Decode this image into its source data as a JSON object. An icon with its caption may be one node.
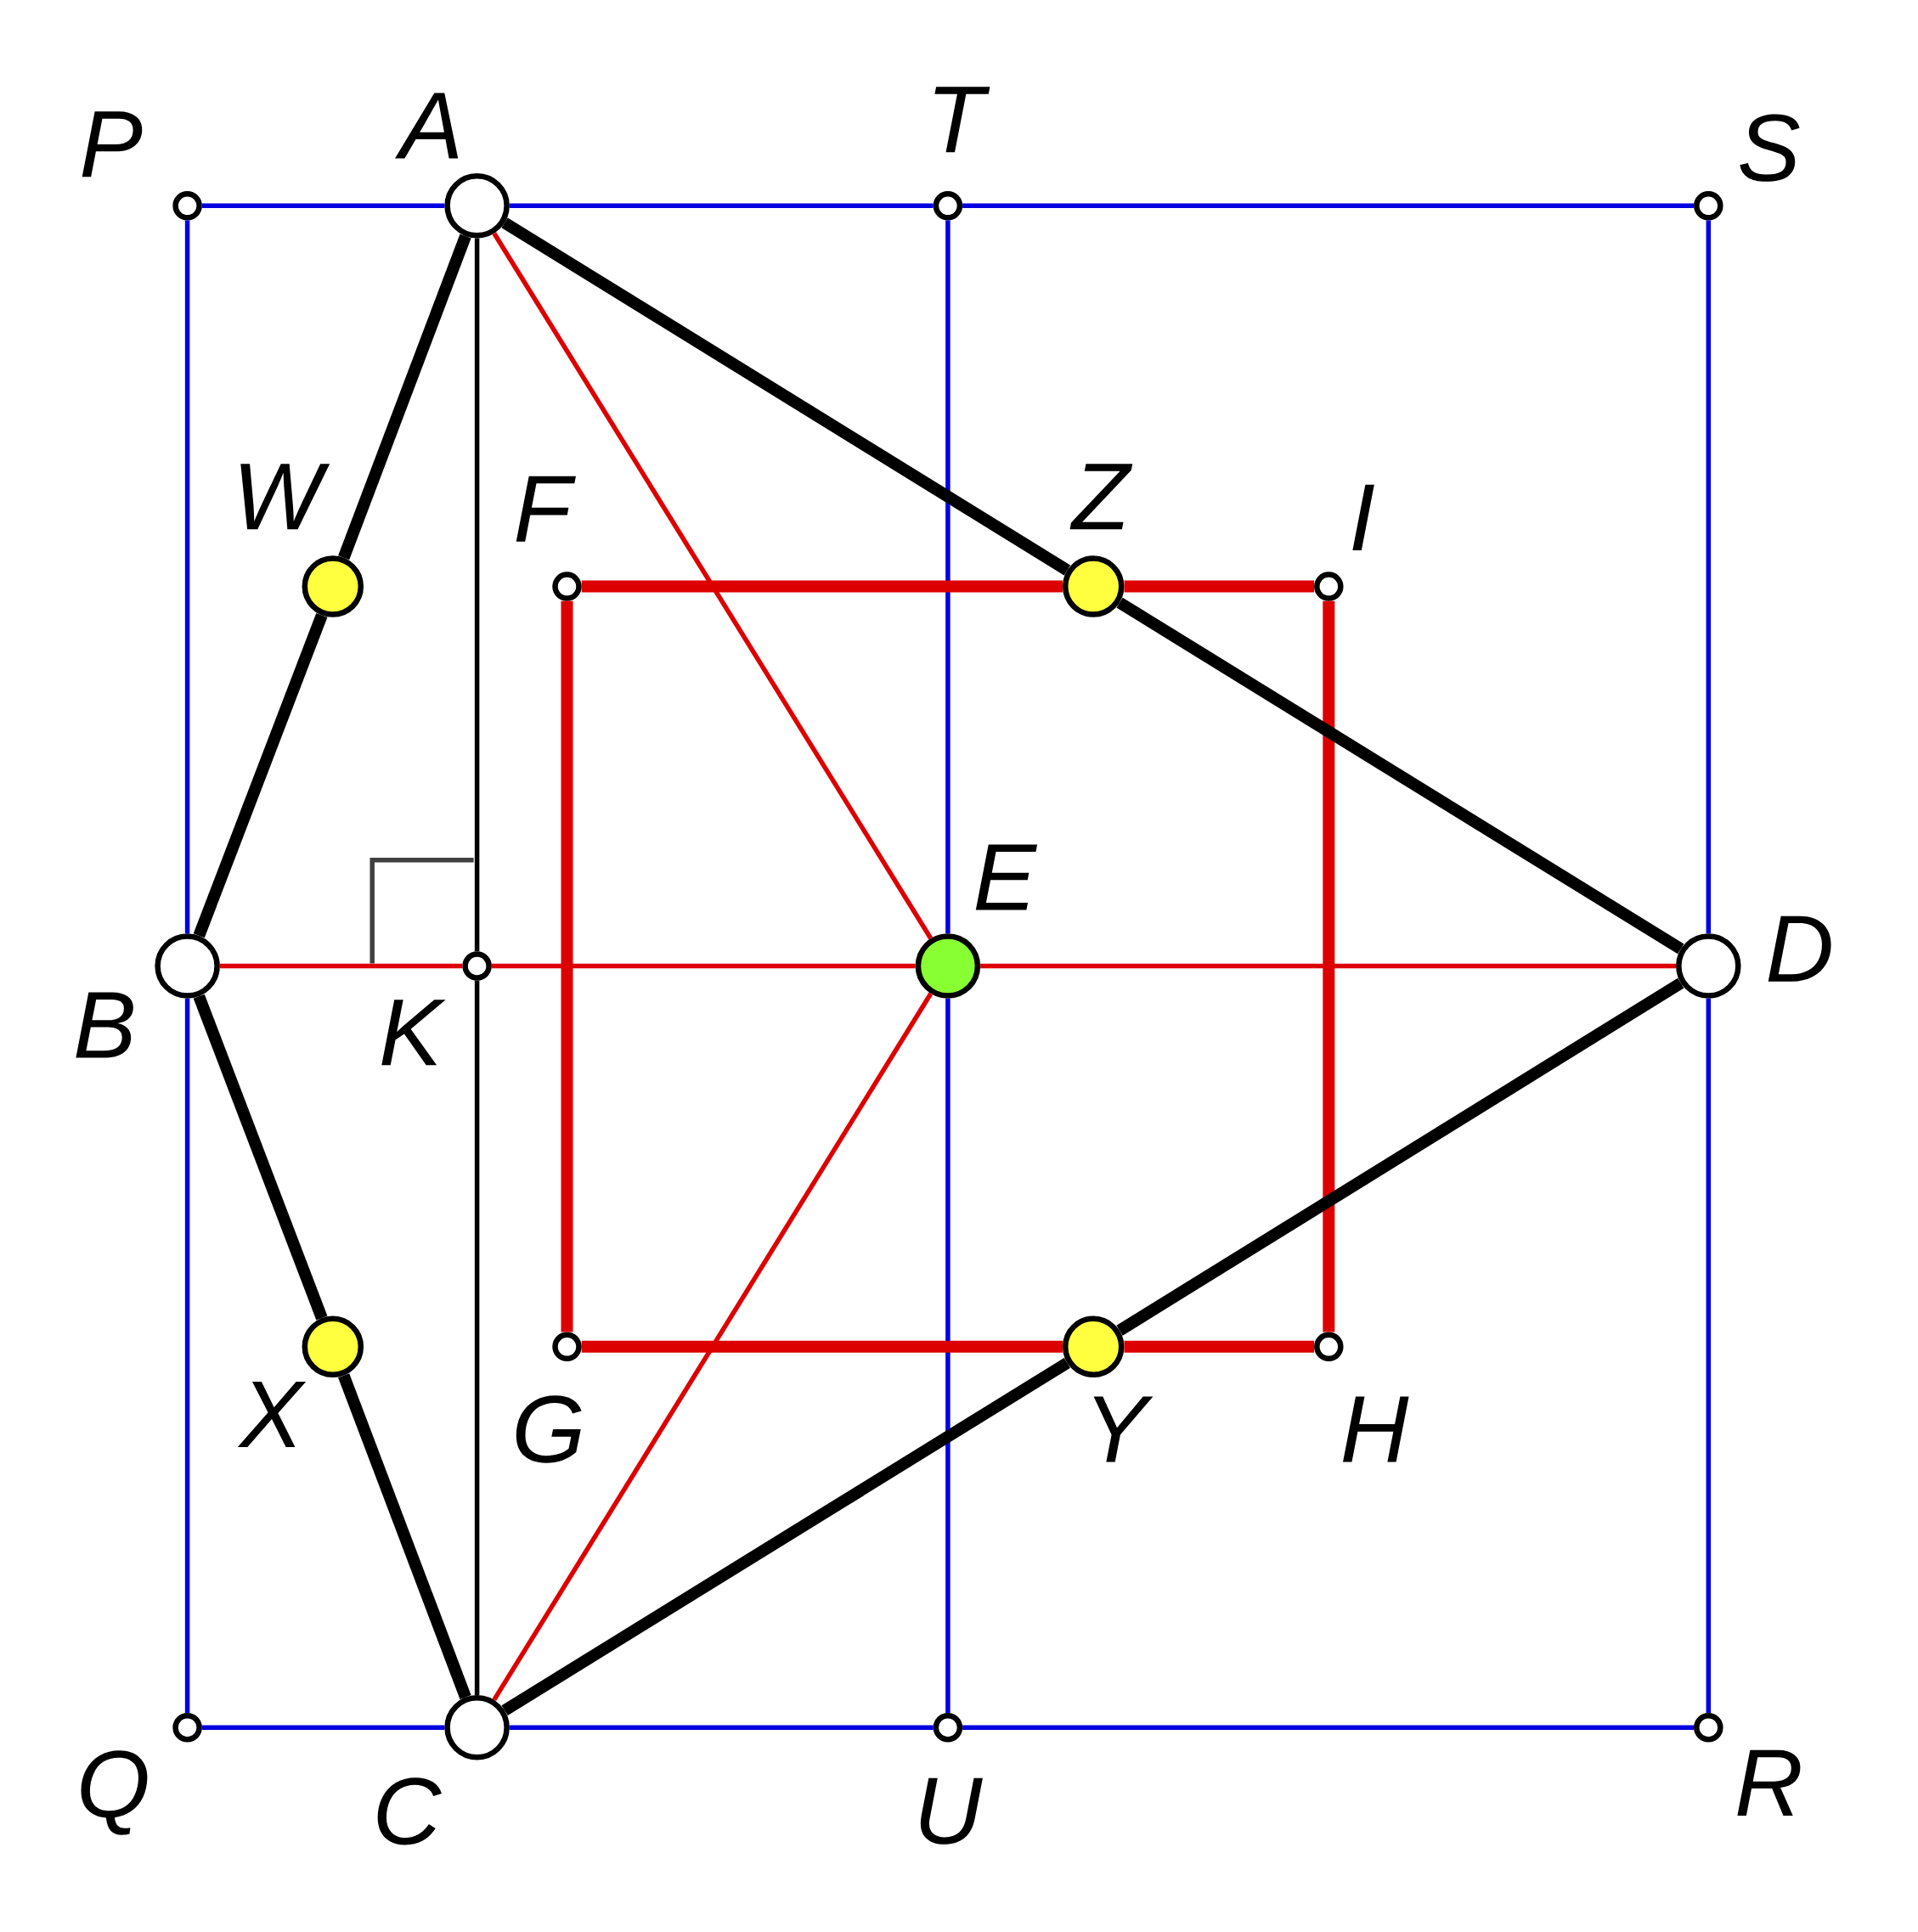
{
  "diagram": {
    "nodes": [
      {
        "text": [
          "P"
        ]
      },
      {
        "text": [
          "A"
        ]
      },
      {
        "text": [
          "T"
        ]
      },
      {
        "text": [
          "S"
        ]
      },
      {
        "text": [
          "W"
        ]
      },
      {
        "text": [
          "F"
        ]
      },
      {
        "text": [
          "Z"
        ]
      },
      {
        "text": [
          "I"
        ]
      },
      {
        "text": [
          "B"
        ]
      },
      {
        "text": [
          "K"
        ]
      },
      {
        "text": [
          "E"
        ]
      },
      {
        "text": [
          "D"
        ]
      },
      {
        "text": [
          "X"
        ]
      },
      {
        "text": [
          "G"
        ]
      },
      {
        "text": [
          "Y"
        ]
      },
      {
        "text": [
          "H"
        ]
      },
      {
        "text": [
          "Q"
        ]
      },
      {
        "text": [
          "C"
        ]
      },
      {
        "text": [
          "U"
        ]
      },
      {
        "text": [
          "R"
        ]
      }
    ],
    "edges": [
      {
        "from": 0,
        "to": 1,
        "arrow": "none",
        "color": "#0000e0"
      },
      {
        "from": 1,
        "to": 2,
        "arrow": "none",
        "color": "#0000e0"
      },
      {
        "from": 2,
        "to": 3,
        "arrow": "none",
        "color": "#0000e0"
      },
      {
        "from": 16,
        "to": 17,
        "arrow": "none",
        "color": "#0000e0"
      },
      {
        "from": 17,
        "to": 18,
        "arrow": "none",
        "color": "#0000e0"
      },
      {
        "from": 18,
        "to": 19,
        "arrow": "none",
        "color": "#0000e0"
      },
      {
        "from": 0,
        "to": 8,
        "arrow": "none",
        "color": "#0000e0"
      },
      {
        "from": 8,
        "to": 16,
        "arrow": "none",
        "color": "#0000e0"
      },
      {
        "from": 3,
        "to": 11,
        "arrow": "none",
        "color": "#0000e0"
      },
      {
        "from": 11,
        "to": 19,
        "arrow": "none",
        "color": "#0000e0"
      },
      {
        "from": 2,
        "to": 10,
        "arrow": "none",
        "color": "#0000e0"
      },
      {
        "from": 10,
        "to": 18,
        "arrow": "none",
        "color": "#0000e0"
      },
      {
        "from": 1,
        "to": 9,
        "arrow": "none",
        "color": "#000000"
      },
      {
        "from": 9,
        "to": 17,
        "arrow": "none",
        "color": "#000000"
      },
      {
        "from": 8,
        "to": 9,
        "arrow": "none",
        "color": "#dd0000"
      },
      {
        "from": 9,
        "to": 10,
        "arrow": "none",
        "color": "#dd0000"
      },
      {
        "from": 10,
        "to": 11,
        "arrow": "none",
        "color": "#dd0000"
      },
      {
        "from": 1,
        "to": 10,
        "arrow": "none",
        "color": "#dd0000"
      },
      {
        "from": 10,
        "to": 17,
        "arrow": "none",
        "color": "#dd0000"
      },
      {
        "from": 5,
        "to": 6,
        "arrow": "none",
        "style": "thick",
        "color": "#dd0000"
      },
      {
        "from": 6,
        "to": 7,
        "arrow": "none",
        "style": "thick",
        "color": "#dd0000"
      },
      {
        "from": 7,
        "to": 15,
        "arrow": "none",
        "style": "thick",
        "color": "#dd0000"
      },
      {
        "from": 15,
        "to": 14,
        "arrow": "none",
        "style": "thick",
        "color": "#dd0000"
      },
      {
        "from": 14,
        "to": 13,
        "arrow": "none",
        "style": "thick",
        "color": "#dd0000"
      },
      {
        "from": 13,
        "to": 5,
        "arrow": "none",
        "style": "thick",
        "color": "#dd0000"
      },
      {
        "from": 1,
        "to": 4,
        "arrow": "none",
        "style": "thick",
        "color": "#000000"
      },
      {
        "from": 4,
        "to": 8,
        "arrow": "none",
        "style": "thick",
        "color": "#000000"
      },
      {
        "from": 8,
        "to": 12,
        "arrow": "none",
        "style": "thick",
        "color": "#000000"
      },
      {
        "from": 12,
        "to": 17,
        "arrow": "none",
        "style": "thick",
        "color": "#000000"
      },
      {
        "from": 1,
        "to": 6,
        "arrow": "none",
        "style": "thick",
        "color": "#000000"
      },
      {
        "from": 6,
        "to": 11,
        "arrow": "none",
        "style": "thick",
        "color": "#000000"
      },
      {
        "from": 17,
        "to": 14,
        "arrow": "none",
        "style": "thick",
        "color": "#000000"
      },
      {
        "from": 14,
        "to": 11,
        "arrow": "none",
        "style": "thick",
        "color": "#000000"
      }
    ]
  }
}
